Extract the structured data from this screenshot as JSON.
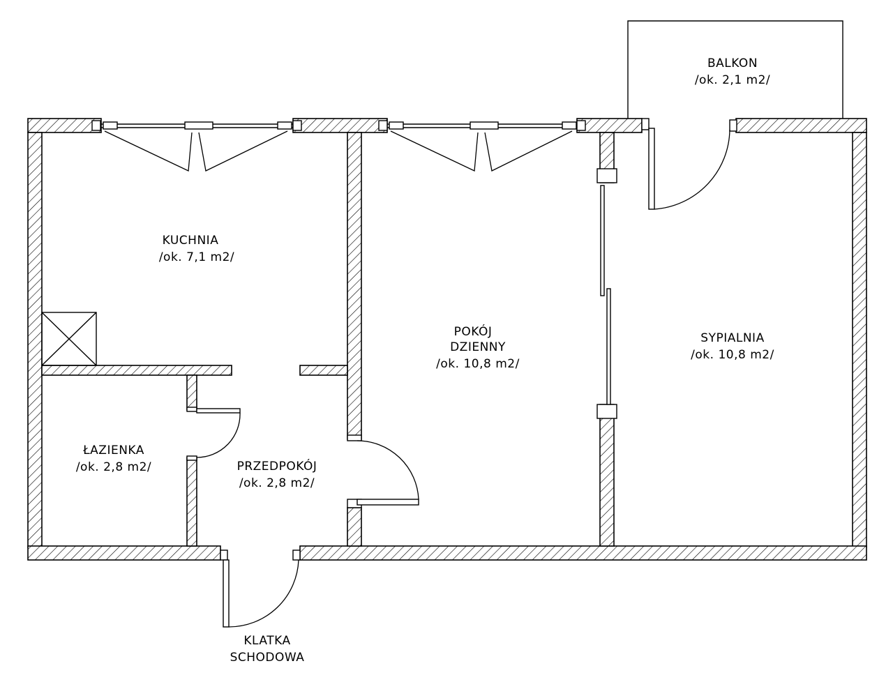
{
  "rooms": {
    "kuchnia": {
      "name": "KUCHNIA",
      "area": "/ok. 7,1 m2/"
    },
    "pokoj": {
      "name_line1": "POKÓJ",
      "name_line2": "DZIENNY",
      "area": "/ok. 10,8 m2/"
    },
    "sypialnia": {
      "name": "SYPIALNIA",
      "area": "/ok. 10,8 m2/"
    },
    "balkon": {
      "name": "BALKON",
      "area": "/ok. 2,1 m2/"
    },
    "lazienka": {
      "name": "ŁAZIENKA",
      "area": "/ok. 2,8 m2/"
    },
    "przedpokoj": {
      "name": "PRZEDPOKÓJ",
      "area": "/ok. 2,8 m2/"
    }
  },
  "exit": {
    "line1": "KLATKA",
    "line2": "SCHODOWA"
  }
}
